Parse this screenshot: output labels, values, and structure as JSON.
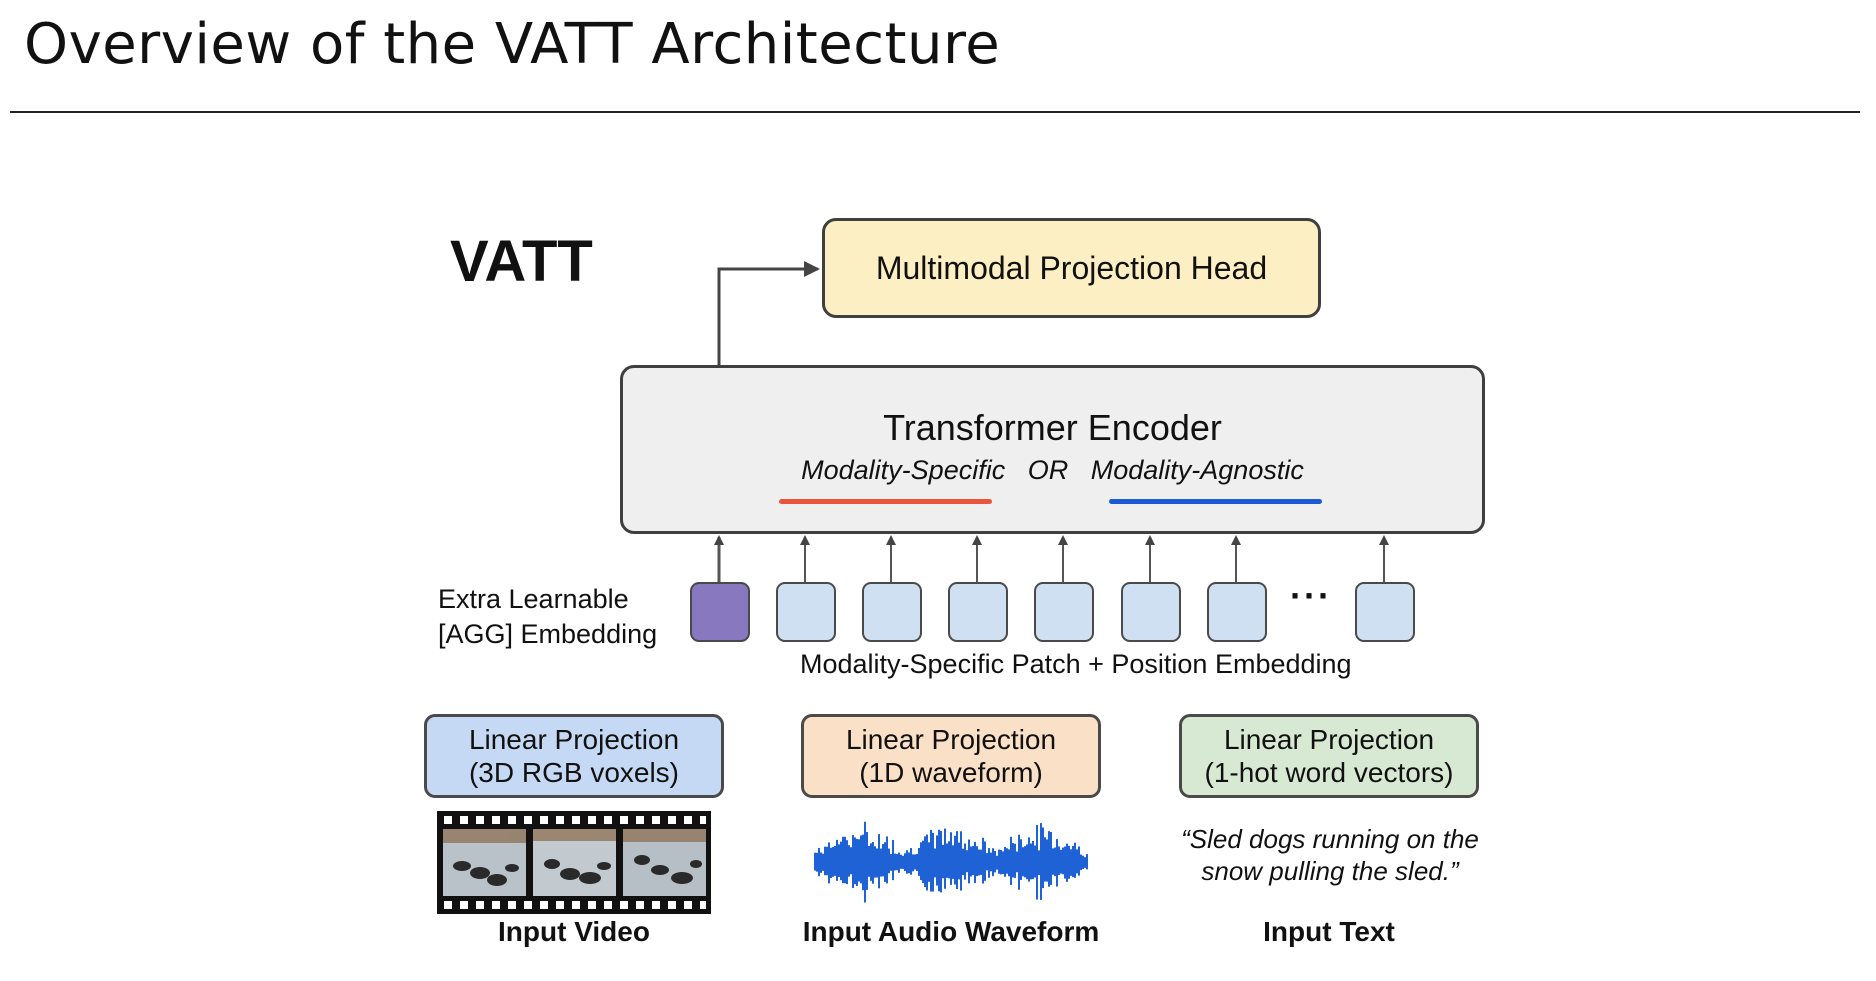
{
  "slide": {
    "title": "Overview of the VATT Architecture"
  },
  "diagram": {
    "label": "VATT",
    "projection_head": "Multimodal Projection Head",
    "encoder": {
      "title": "Transformer Encoder",
      "option_specific": "Modality-Specific",
      "or": "OR",
      "option_agnostic": "Modality-Agnostic",
      "underline_colors": {
        "specific": "#e8553b",
        "agnostic": "#1a5bd4"
      }
    },
    "agg_label_line1": "Extra Learnable",
    "agg_label_line2": "[AGG] Embedding",
    "ellipsis": "···",
    "patch_label": "Modality-Specific Patch + Position Embedding",
    "colors": {
      "agg_token": "#8878bf",
      "patch_token": "#cfe0f3"
    },
    "projections": {
      "video": {
        "line1": "Linear Projection",
        "line2": "(3D RGB voxels)"
      },
      "audio": {
        "line1": "Linear Projection",
        "line2": "(1D waveform)"
      },
      "text": {
        "line1": "Linear Projection",
        "line2": "(1-hot word vectors)"
      }
    },
    "inputs": {
      "video": "Input Video",
      "audio": "Input Audio Waveform",
      "text": "Input Text",
      "text_quote_line1": "“Sled dogs running on the",
      "text_quote_line2": "snow pulling the sled.”"
    }
  }
}
